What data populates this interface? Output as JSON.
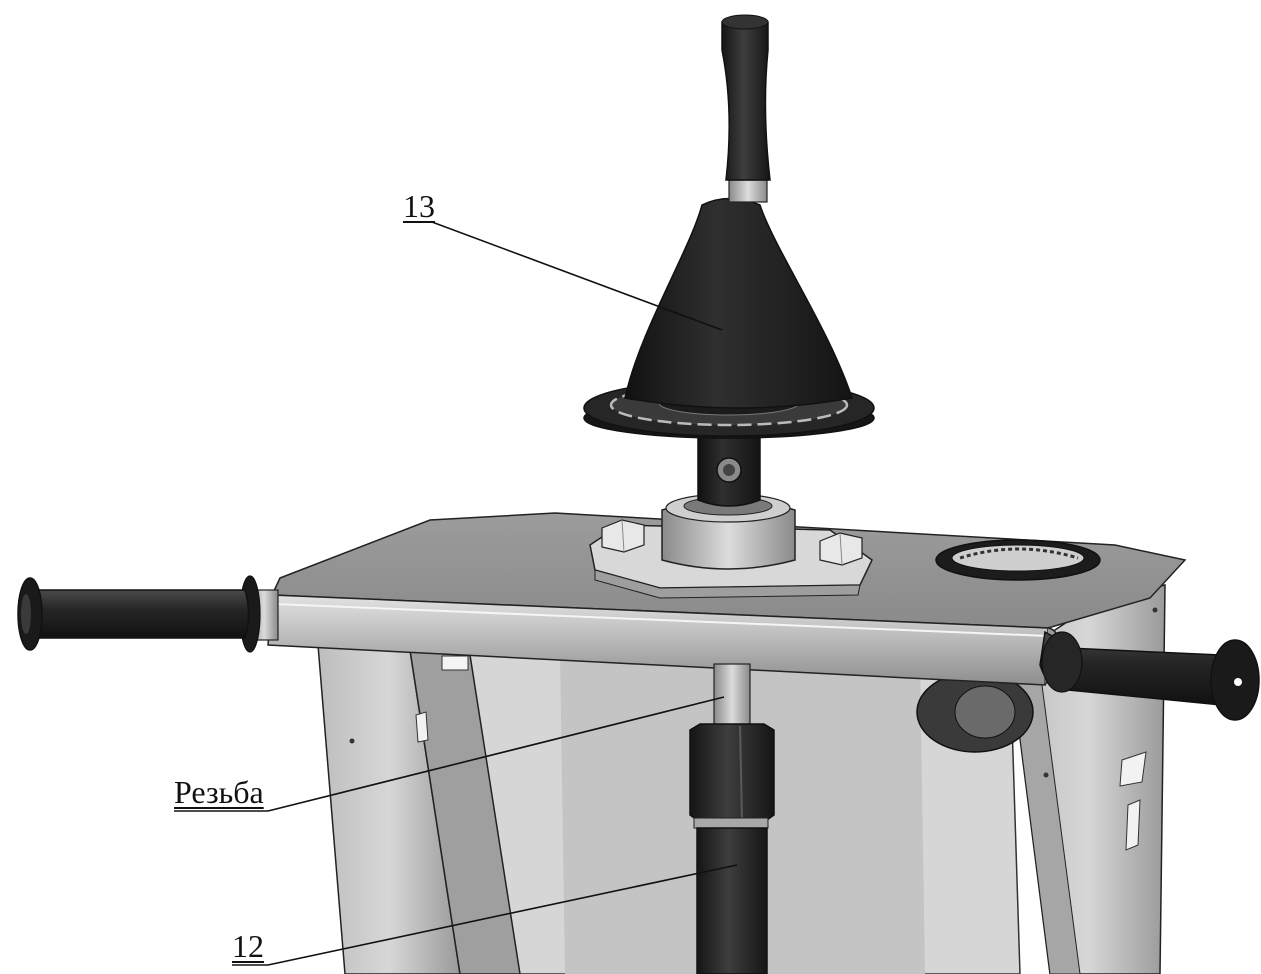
{
  "callouts": {
    "part_13": "13",
    "thread": "Резьба",
    "part_12": "12"
  },
  "colors": {
    "metal_light": "#c9c9c9",
    "metal_mid": "#a9a9a9",
    "metal_dark": "#7e7e7e",
    "rubber": "#1e1e1e",
    "rubber_highlight": "#4a4a4a",
    "panel": "#d9d9d9",
    "leader_line": "#111111"
  }
}
